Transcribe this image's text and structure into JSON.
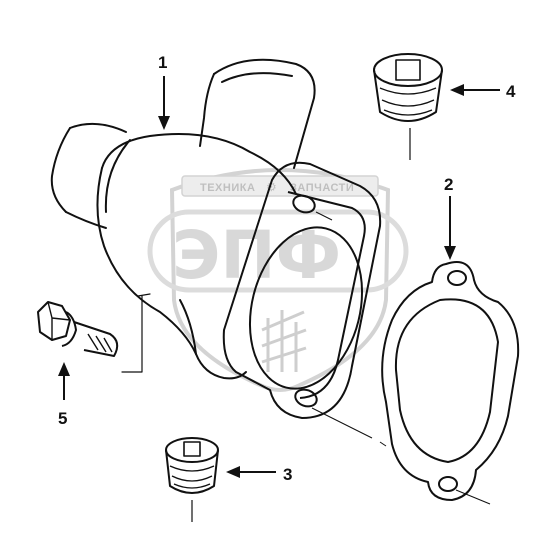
{
  "watermark": {
    "top_text_left": "ТЕХНИКА",
    "top_text_right": "ЗАПЧАСТИ",
    "logo_text": "ЭПФ"
  },
  "callouts": [
    {
      "id": "1",
      "label": "1"
    },
    {
      "id": "2",
      "label": "2"
    },
    {
      "id": "3",
      "label": "3"
    },
    {
      "id": "4",
      "label": "4"
    },
    {
      "id": "5",
      "label": "5"
    }
  ],
  "colors": {
    "line": "#111111",
    "watermark": "#c8c8c8"
  }
}
